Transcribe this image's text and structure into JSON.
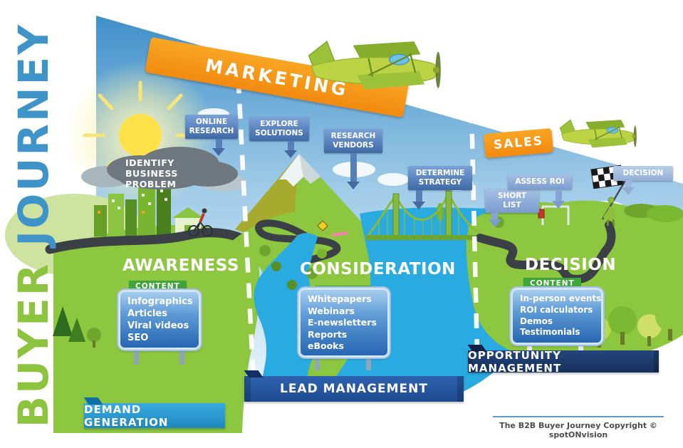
{
  "title": {
    "buyer": "BUYER",
    "journey": "JOURNEY"
  },
  "banners": {
    "marketing": "MARKETING",
    "sales": "SALES"
  },
  "callouts": {
    "online_research": "ONLINE RESEARCH",
    "explore_solutions": "EXPLORE SOLUTIONS",
    "research_vendors": "RESEARCH VENDORS",
    "determine_strategy": "DETERMINE STRATEGY",
    "short_list": "SHORT LIST",
    "assess_roi": "ASSESS ROI",
    "decision": "DECISION"
  },
  "cloud_label": "IDENTIFY BUSINESS PROBLEM",
  "stages": [
    {
      "heading": "AWARENESS",
      "tag": "CONTENT",
      "items": [
        "Infographics",
        "Articles",
        "Viral videos",
        "SEO"
      ]
    },
    {
      "heading": "CONSIDERATION",
      "tag": "CONTENT",
      "items": [
        "Whitepapers",
        "Webinars",
        "E-newsletters",
        "Reports",
        "eBooks"
      ]
    },
    {
      "heading": "DECISION",
      "tag": "CONTENT",
      "items": [
        "In-person events",
        "ROI calculators",
        "Demos",
        "Testimonials"
      ]
    }
  ],
  "ribbons": {
    "demand_generation": "DEMAND GENERATION",
    "lead_management": "LEAD MANAGEMENT",
    "opportunity_management": "OPPORTUNITY MANAGEMENT"
  },
  "footer": {
    "copyright": "The B2B Buyer Journey Copyright © spotONvision"
  },
  "colors": {
    "banner_orange": "#F7941E",
    "callout_blue": "#41699F",
    "water_blue": "#29ABE2",
    "land_green": "#8DC63F",
    "title_green": "#8CC43E",
    "title_blue": "#3E93C9",
    "ribbon_light_blue": "#2E9FD6",
    "ribbon_royal_blue": "#2A5CAA",
    "ribbon_navy": "#1C3A6D",
    "tag_green": "#3FA43A",
    "sign_blue": "#2766B2"
  },
  "scene_elements": [
    "sun-icon",
    "cloud-icon",
    "city-buildings",
    "cyclist-icon",
    "mountain",
    "river",
    "lake",
    "suspension-bridge",
    "biplane-icon",
    "checkered-flag-icon",
    "goalpost",
    "trees",
    "dashed-route-divider"
  ]
}
